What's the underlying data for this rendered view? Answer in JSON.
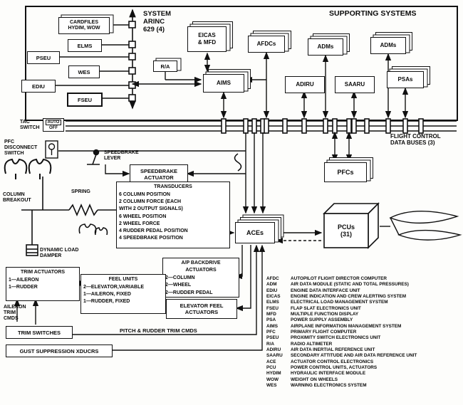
{
  "supporting": {
    "label": "SUPPORTING SYSTEMS",
    "arinc_label": "SYSTEM\nARINC\n629 (4)",
    "cardfiles": "CARDFILES\nHYDIM, WOW",
    "elms": "ELMS",
    "pseu": "PSEU",
    "wes": "WES",
    "ediu": "EDIU",
    "fseu": "FSEU",
    "eicas": "EICAS\n& MFD",
    "afdcs": "AFDCs",
    "adms_left": "ADMs",
    "adms_right": "ADMs",
    "ra": "R/A",
    "aims": "AIMS",
    "adiru": "ADIRU",
    "saaru": "SAARU",
    "psas": "PSAs"
  },
  "buses": {
    "label": "FLIGHT CONTROL\nDATA BUSES (3)"
  },
  "switches": {
    "tac_label": "TAC\nSWITCH",
    "tac_auto": "AUTO",
    "tac_off": "OFF",
    "pfc_disconnect": "PFC\nDISCONNECT\nSWITCH"
  },
  "left": {
    "speedbrake_lever": "SPEEDBRAKE\nLEVER",
    "column_breakout": "COLUMN\nBREAKOUT",
    "spring": "SPRING",
    "dynamic_load_damper": "DYNAMIC LOAD\nDAMPER",
    "aileron_trim_cmds": "AILERON\nTRIM\nCMDS"
  },
  "boxes": {
    "speedbrake_actuator": "SPEEDBRAKE\nACTUATOR",
    "pfcs": "PFCs",
    "aces": "ACEs",
    "pcus": "PCUs\n(31)",
    "elevator_feel": "ELEVATOR FEEL\nACTUATORS",
    "trim_switches": "TRIM SWITCHES",
    "pitch_rudder_cmds": "PITCH & RUDDER TRIM CMDS",
    "gust": "GUST SUPPRESSION XDUCRS"
  },
  "transducers": {
    "title": "TRANSDUCERS",
    "lines": [
      "6 COLUMN POSITION",
      "2 COLUMN FORCE (EACH\n    WITH 2 OUTPUT SIGNALS)",
      "6 WHEEL POSITION",
      "2 WHEEL FORCE",
      "4 RUDDER PEDAL POSITION",
      "4 SPEEDBRAKE POSITION"
    ]
  },
  "ap_backdrive": {
    "title": "A/P BACKDRIVE\nACTUATORS",
    "items": [
      "2—COLUMN",
      "2—WHEEL",
      "2—RUDDER PEDAL"
    ]
  },
  "trim_actuators": {
    "title": "TRIM ACTUATORS",
    "items": [
      "1—AILERON",
      "1—RUDDER"
    ]
  },
  "feel_units": {
    "title": "FEEL UNITS",
    "items": [
      "2—ELEVATOR,VARIABLE",
      "1—AILERON, FIXED",
      "1—RUDDER, FIXED"
    ]
  },
  "legend": {
    "items": [
      {
        "abbr": "AFDC",
        "def": "AUTOPILOT FLIGHT DIRECTOR COMPUTER"
      },
      {
        "abbr": "ADM",
        "def": "AIR DATA MODULE (STATIC AND TOTAL PRESSURES)"
      },
      {
        "abbr": "EDIU",
        "def": "ENGINE DATA INTERFACE UNIT"
      },
      {
        "abbr": "EICAS",
        "def": "ENGINE INDICATION AND CREW ALERTING SYSTEM"
      },
      {
        "abbr": "ELMS",
        "def": "ELECTRICAL LOAD MANAGEMENT SYSTEM"
      },
      {
        "abbr": "FSEU",
        "def": "FLAP SLAT ELECTRONICS UNIT"
      },
      {
        "abbr": "MFD",
        "def": "MULTIPLE FUNCTION DISPLAY"
      },
      {
        "abbr": "PSA",
        "def": "POWER SUPPLY ASSEMBLY"
      },
      {
        "abbr": "AIMS",
        "def": "AIRPLANE INFORMATION MANAGEMENT SYSTEM"
      },
      {
        "abbr": "PFC",
        "def": "PRIMARY FLIGHT COMPUTER"
      },
      {
        "abbr": "PSEU",
        "def": "PROXIMITY SWITCH ELECTRONICS UNIT"
      },
      {
        "abbr": "R/A",
        "def": "RADIO ALTIMETER"
      },
      {
        "abbr": "ADIRU",
        "def": "AIR DATA INERTIAL REFERENCE UNIT"
      },
      {
        "abbr": "SAARU",
        "def": "SECONDARY ATTITUDE AND AIR DATA REFERENCE UNIT"
      },
      {
        "abbr": "ACE",
        "def": "ACTUATOR CONTROL ELECTRONICS"
      },
      {
        "abbr": "PCU",
        "def": "POWER CONTROL UNITS, ACTUATORS"
      },
      {
        "abbr": "HYDIM",
        "def": "HYDRAULIC INTERFACE MODULE"
      },
      {
        "abbr": "WOW",
        "def": "WEIGHT ON WHEELS"
      },
      {
        "abbr": "WES",
        "def": "WARNING ELECTRONICS SYSTEM"
      }
    ]
  }
}
